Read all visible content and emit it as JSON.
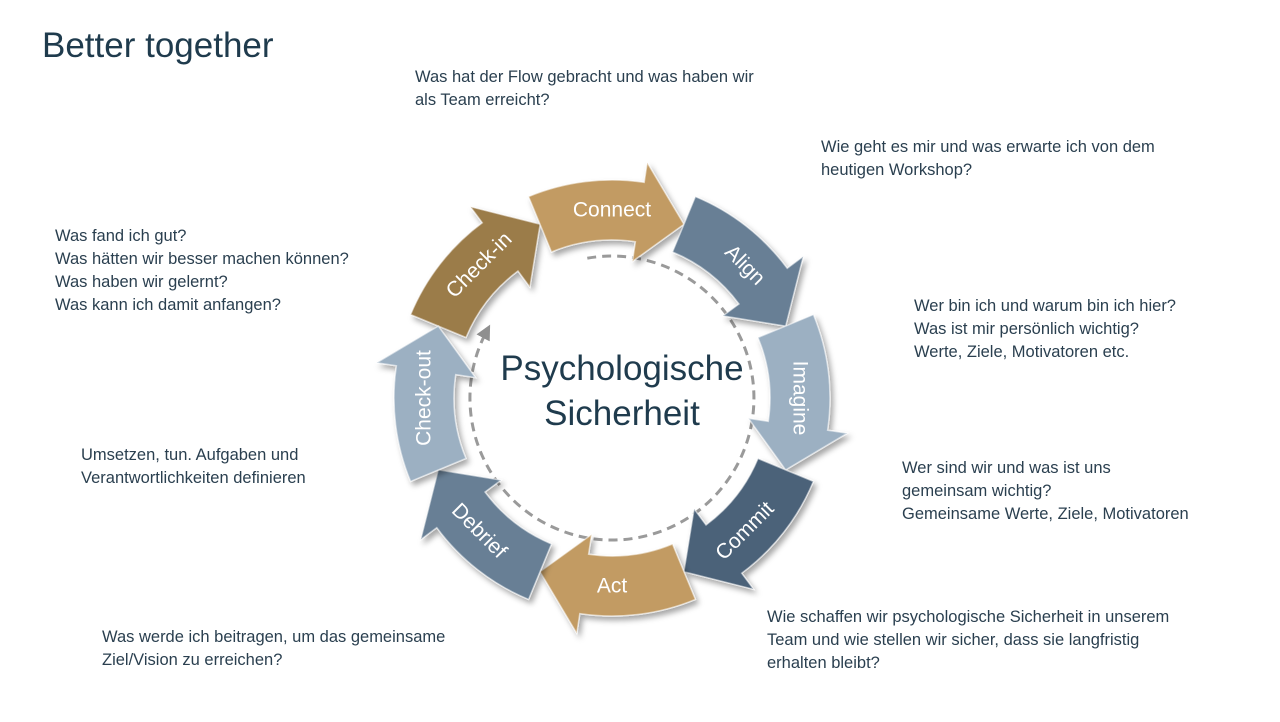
{
  "title": "Better together",
  "center": {
    "line1": "Psychologische",
    "line2": "Sicherheit"
  },
  "segments": [
    {
      "label": "Check-in",
      "color": "#9b7b4a"
    },
    {
      "label": "Connect",
      "color": "#c29b63"
    },
    {
      "label": "Align",
      "color": "#677f95"
    },
    {
      "label": "Imagine",
      "color": "#9cb0c2"
    },
    {
      "label": "Commit",
      "color": "#4c6279"
    },
    {
      "label": "Act",
      "color": "#c29b63"
    },
    {
      "label": "Debrief",
      "color": "#677f95"
    },
    {
      "label": "Check-out",
      "color": "#9cb0c2"
    }
  ],
  "notes": {
    "checkout": [
      "Was hat der Flow gebracht und was haben wir",
      "als Team erreicht?"
    ],
    "checkin": [
      "Wie geht es mir und was erwarte ich von dem",
      "heutigen Workshop?"
    ],
    "connect": [
      "Wer bin ich und warum bin ich hier?",
      "Was ist mir persönlich wichtig?",
      "Werte, Ziele, Motivatoren etc."
    ],
    "align": [
      "Wer sind wir und was ist uns",
      "gemeinsam wichtig?",
      "Gemeinsame Werte, Ziele, Motivatoren"
    ],
    "imagine": [
      "Wie schaffen wir psychologische Sicherheit in unserem",
      "Team und wie stellen wir sicher, dass sie langfristig",
      "erhalten bleibt?"
    ],
    "commit": [
      "Was werde ich beitragen, um das gemeinsame",
      "Ziel/Vision zu erreichen?"
    ],
    "act": [
      "Umsetzen, tun. Aufgaben und",
      "Verantwortlichkeiten definieren"
    ],
    "debrief": [
      "Was fand ich gut?",
      "Was hätten wir besser machen können?",
      "Was haben wir gelernt?",
      "Was kann ich damit anfangen?"
    ]
  }
}
